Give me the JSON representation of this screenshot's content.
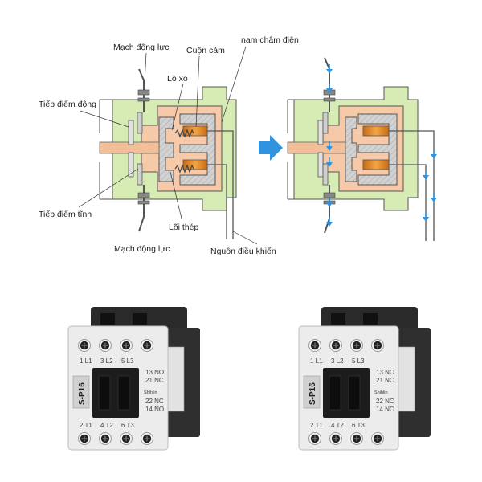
{
  "diagram": {
    "labels": {
      "power_circuit_top": "Mạch động lực",
      "coil": "Cuộn cảm",
      "electromagnet": "nam châm điện",
      "spring": "Lò xo",
      "moving_contact": "Tiếp điểm động",
      "fixed_contact": "Tiếp điểm tĩnh",
      "steel_core": "Lõi thép",
      "power_circuit_bottom": "Mạch động lực",
      "control_source": "Nguồn điều khiển"
    }
  },
  "product": {
    "model": "S-P16",
    "brand": "Shihlin",
    "terminals_top": [
      "1 L1",
      "3 L2",
      "5 L3"
    ],
    "terminals_bottom": [
      "2 T1",
      "4 T2",
      "6 T3"
    ],
    "aux_terminals": [
      "13 NO",
      "21 NC",
      "22 NC",
      "14 NO"
    ]
  },
  "colors": {
    "housing_green": "#d6ecb4",
    "housing_orange": "#f6c9a8",
    "core_gray": "#d0d0d0",
    "coil_orange": "#e8902c",
    "current_arrow": "#2f93e0",
    "contactor_body": "#ececec",
    "contactor_base": "#2a2a2a"
  }
}
